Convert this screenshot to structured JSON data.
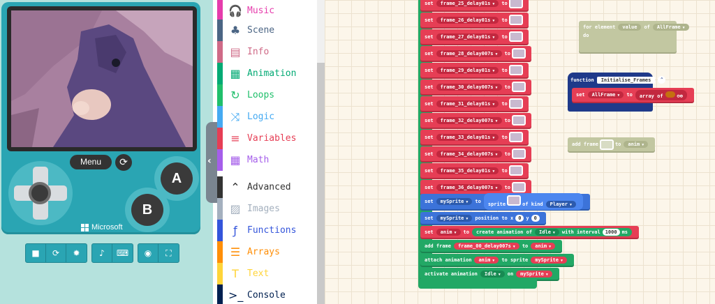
{
  "simulator": {
    "menu_label": "Menu",
    "button_a": "A",
    "button_b": "B",
    "brand": "Microsoft"
  },
  "toolbox": {
    "categories": [
      {
        "label": "Music",
        "icon": "headphones-icon",
        "color": "#e63cac"
      },
      {
        "label": "Scene",
        "icon": "tree-icon",
        "color": "#4b6584"
      },
      {
        "label": "Info",
        "icon": "id-card-icon",
        "color": "#cf6a87"
      },
      {
        "label": "Animation",
        "icon": "film-icon",
        "color": "#03aa74"
      },
      {
        "label": "Loops",
        "icon": "loop-icon",
        "color": "#20bf6b"
      },
      {
        "label": "Logic",
        "icon": "shuffle-icon",
        "color": "#45aaf2"
      },
      {
        "label": "Variables",
        "icon": "list-icon",
        "color": "#e63e55"
      },
      {
        "label": "Math",
        "icon": "calculator-icon",
        "color": "#a55eea"
      },
      {
        "label": "Advanced",
        "icon": "chevron-up-icon",
        "color": "#333333"
      },
      {
        "label": "Images",
        "icon": "image-icon",
        "color": "#a4b0be"
      },
      {
        "label": "Functions",
        "icon": "function-icon",
        "color": "#3455db"
      },
      {
        "label": "Arrays",
        "icon": "array-icon",
        "color": "#ff8f08"
      },
      {
        "label": "Text",
        "icon": "text-icon",
        "color": "#ffd43a"
      },
      {
        "label": "Console",
        "icon": "console-icon",
        "color": "#002050"
      }
    ]
  },
  "workspace": {
    "frame_sets": [
      {
        "kw": "set",
        "var": "frame_25_delay01s",
        "to": "to"
      },
      {
        "kw": "set",
        "var": "frame_26_delay01s",
        "to": "to"
      },
      {
        "kw": "set",
        "var": "frame_27_delay01s",
        "to": "to"
      },
      {
        "kw": "set",
        "var": "frame_28_delay007s",
        "to": "to"
      },
      {
        "kw": "set",
        "var": "frame_29_delay01s",
        "to": "to"
      },
      {
        "kw": "set",
        "var": "frame_30_delay007s",
        "to": "to"
      },
      {
        "kw": "set",
        "var": "frame_31_delay01s",
        "to": "to"
      },
      {
        "kw": "set",
        "var": "frame_32_delay007s",
        "to": "to"
      },
      {
        "kw": "set",
        "var": "frame_33_delay01s",
        "to": "to"
      },
      {
        "kw": "set",
        "var": "frame_34_delay007s",
        "to": "to"
      },
      {
        "kw": "set",
        "var": "frame_35_delay01s",
        "to": "to"
      },
      {
        "kw": "set",
        "var": "frame_36_delay007s",
        "to": "to"
      }
    ],
    "set_sprite": {
      "kw": "set",
      "var": "mySprite",
      "to": "to",
      "sprite": "sprite",
      "of_kind": "of kind",
      "kind": "Player"
    },
    "set_position": {
      "kw": "set",
      "var": "mySprite",
      "position": "position to x",
      "x": "0",
      "y_label": "y",
      "y": "0"
    },
    "set_anim": {
      "kw": "set",
      "var": "anim",
      "to": "to",
      "create": "create animation of",
      "action": "Idle",
      "interval": "with interval",
      "ms_val": "1000",
      "ms": "ms"
    },
    "add_frame": {
      "label": "add frame",
      "frame": "frame_00_delay007s",
      "to": "to",
      "anim": "anim"
    },
    "attach": {
      "label": "attach animation",
      "anim": "anim",
      "to_sprite": "to sprite",
      "sprite": "mySprite"
    },
    "activate": {
      "label": "activate animation",
      "action": "Idle",
      "on": "on",
      "sprite": "mySprite"
    },
    "for_element": {
      "label": "for element",
      "value": "value",
      "of": "of",
      "array": "AllFrame",
      "do": "do"
    },
    "function_def": {
      "label": "function",
      "name": "Initialise_Frames"
    },
    "set_allframe": {
      "kw": "set",
      "var": "AllFrame",
      "to": "to",
      "array_of": "array of"
    },
    "add_frame_float": {
      "label": "add frame",
      "to": "to",
      "anim": "anim"
    }
  }
}
